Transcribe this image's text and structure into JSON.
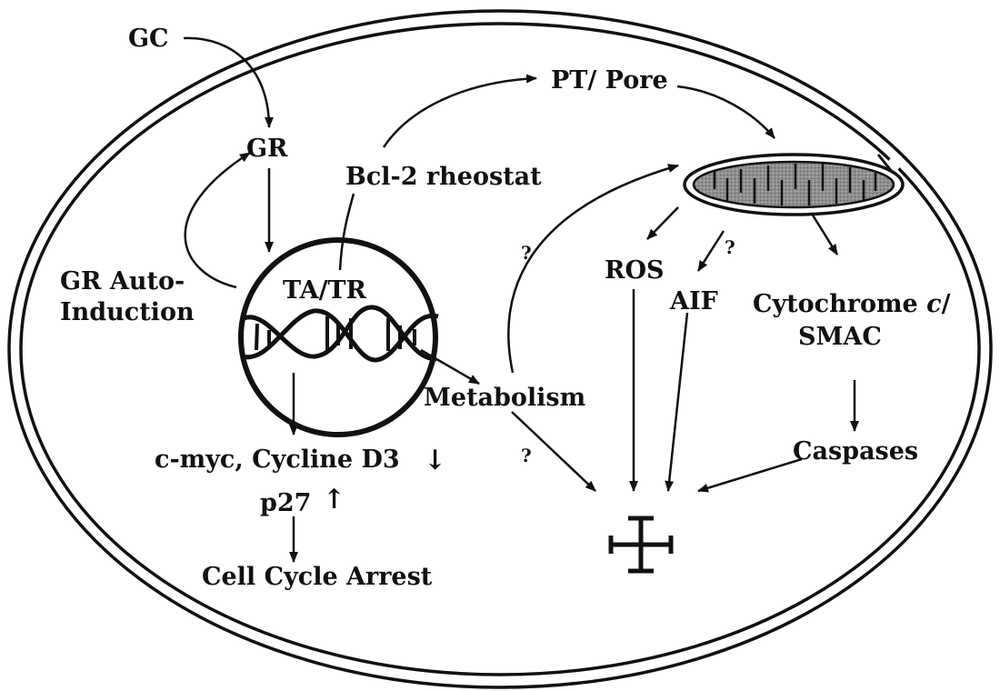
{
  "labels": {
    "gc": "GC",
    "gr": "GR",
    "bcl2": "Bcl-2 rheostat",
    "pt_pore": "PT/ Pore",
    "gr_auto_1": "GR Auto-",
    "gr_auto_2": "Induction",
    "ta_tr": "TA/TR",
    "metabolism": "Metabolism",
    "cmyc": "c-myc, Cycline D3",
    "p27": "p27",
    "cell_cycle_arrest": "Cell Cycle Arrest",
    "ros": "ROS",
    "aif": "AIF",
    "cyto_1": "Cytochrome c/",
    "cyto_2": "SMAC",
    "caspases": "Caspases",
    "q1": "?",
    "q2": "?",
    "q3": "?"
  },
  "arrow_symbols": {
    "down": "↓",
    "up": "↑"
  },
  "colors": {
    "ink": "#111111",
    "background": "#ffffff",
    "mito_fill": "#8a8a8a"
  },
  "icons": [
    "cross-icon",
    "dna-helix-icon",
    "mitochondrion-icon"
  ]
}
